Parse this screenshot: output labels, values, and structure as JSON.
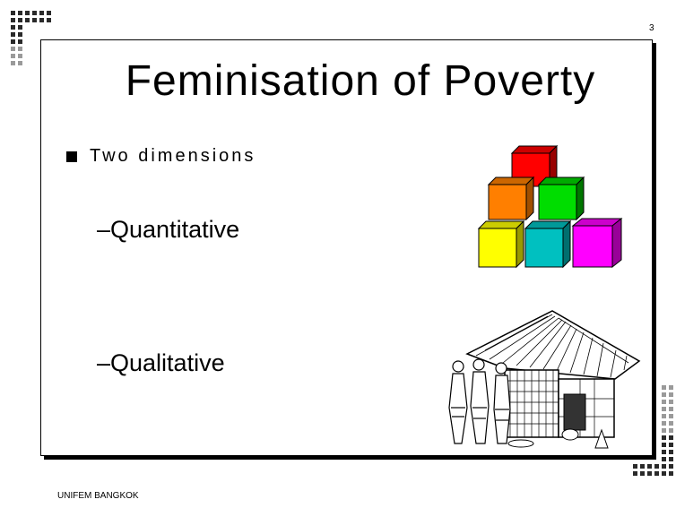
{
  "slide": {
    "page_number": "3",
    "title": "Feminisation of Poverty",
    "bullet": "Two dimensions",
    "sub_items": [
      "–Quantitative",
      "–Qualitative"
    ]
  },
  "footer": {
    "text": "UNIFEM BANGKOK"
  },
  "cube_colors": {
    "red": "#ff0000",
    "orange": "#ff7f00",
    "green": "#00dd00",
    "yellow": "#ffff00",
    "teal": "#00c0c0",
    "magenta": "#ff00ff"
  }
}
